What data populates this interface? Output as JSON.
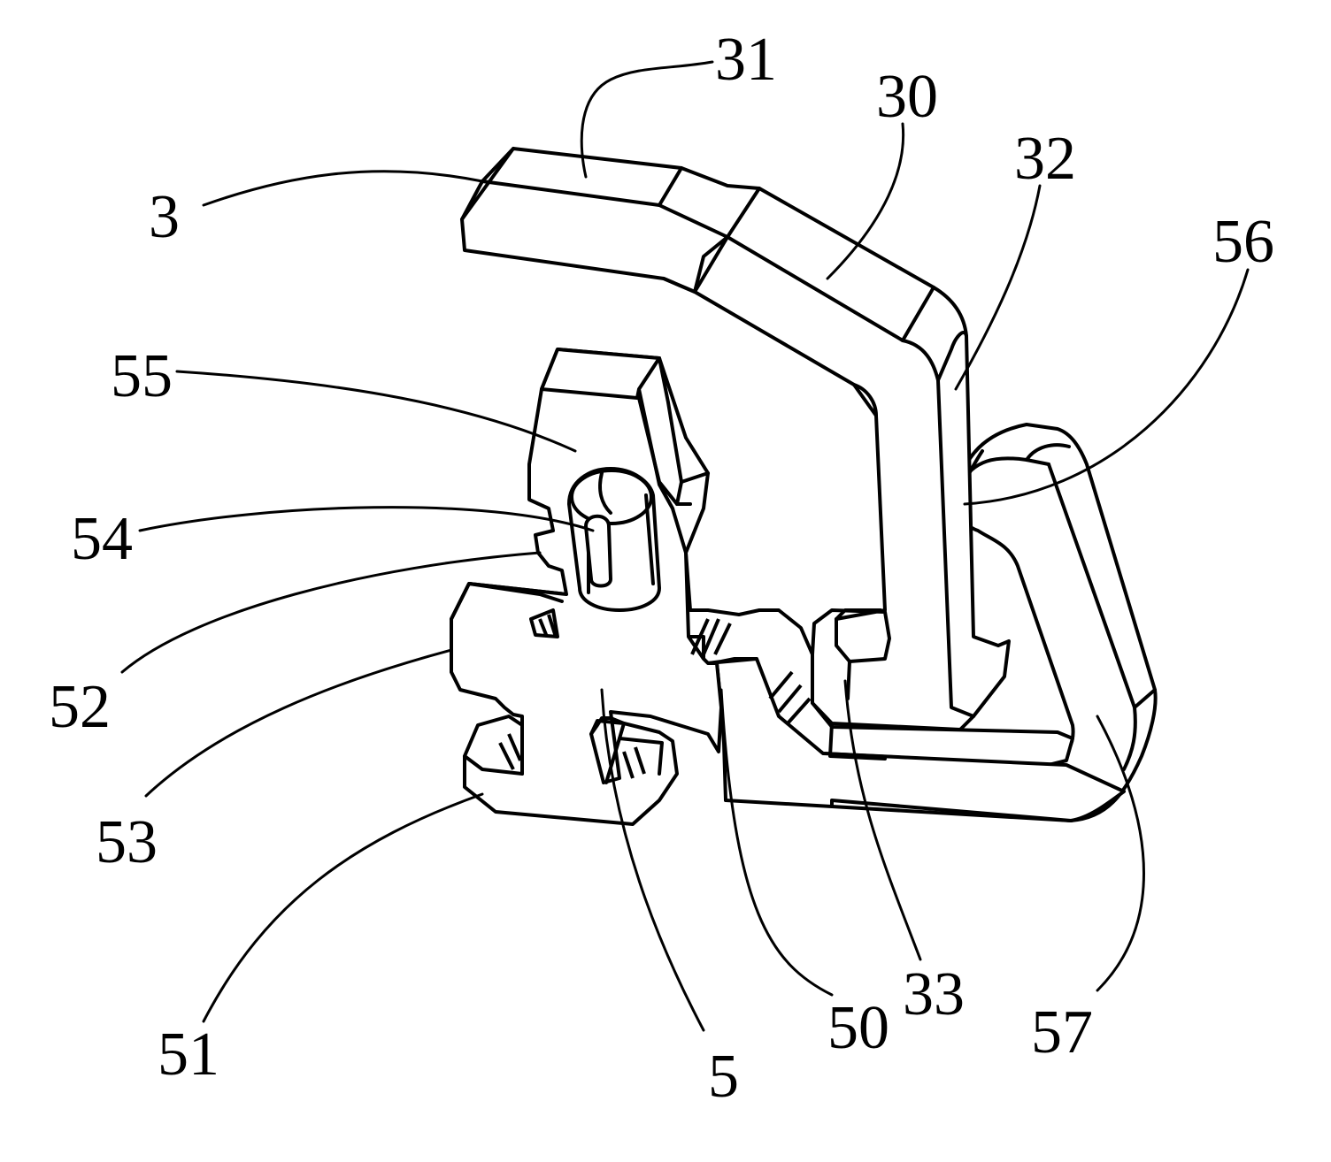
{
  "labels": {
    "l3": "3",
    "l31": "31",
    "l30": "30",
    "l32": "32",
    "l56": "56",
    "l55": "55",
    "l54": "54",
    "l52": "52",
    "l53": "53",
    "l51": "51",
    "l5": "5",
    "l50": "50",
    "l33": "33",
    "l57": "57"
  }
}
